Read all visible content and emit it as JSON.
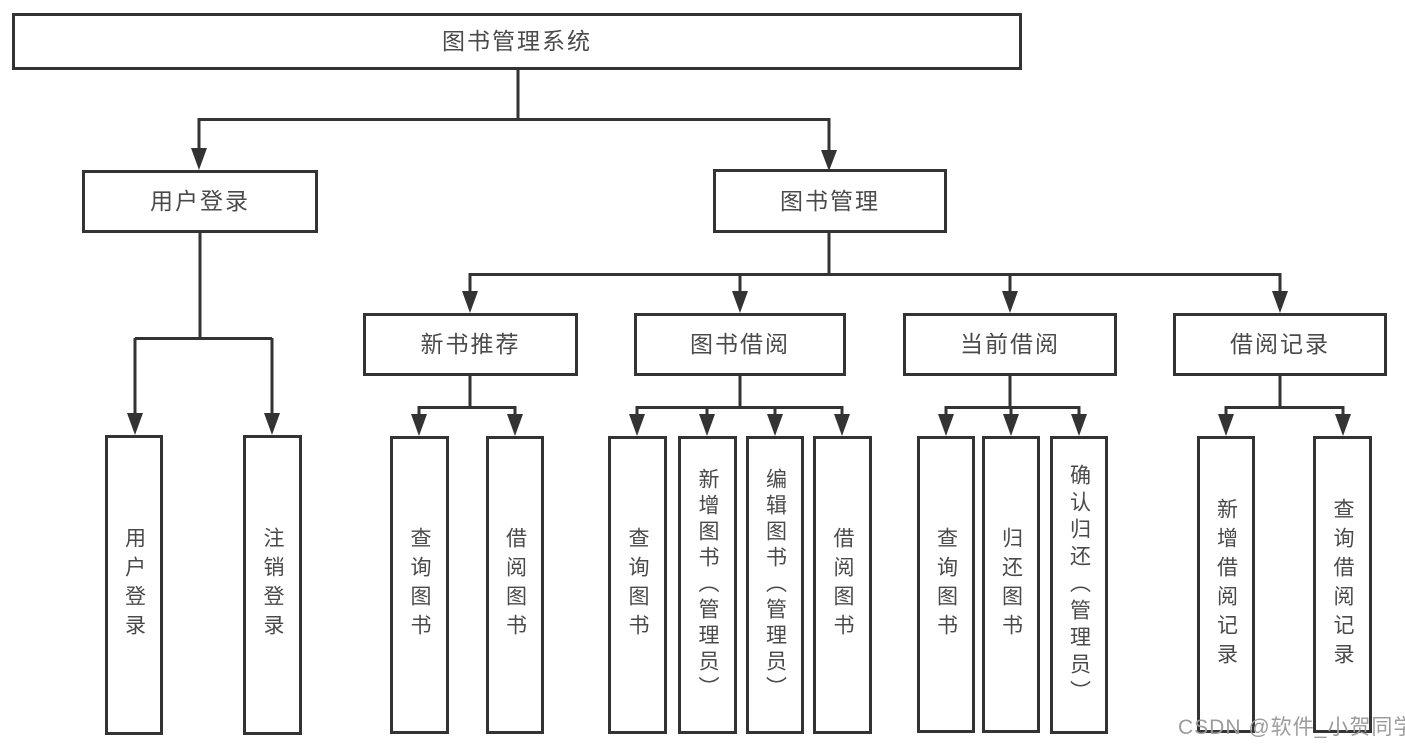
{
  "tree": {
    "label": "图书管理系统",
    "children": [
      {
        "label": "用户登录",
        "children": [
          {
            "label": "用户登录"
          },
          {
            "label": "注销登录"
          }
        ]
      },
      {
        "label": "图书管理",
        "children": [
          {
            "label": "新书推荐",
            "children": [
              {
                "label": "查询图书"
              },
              {
                "label": "借阅图书"
              }
            ]
          },
          {
            "label": "图书借阅",
            "children": [
              {
                "label": "查询图书"
              },
              {
                "label": "新增图书（管理员）"
              },
              {
                "label": "编辑图书（管理员）"
              },
              {
                "label": "借阅图书"
              }
            ]
          },
          {
            "label": "当前借阅",
            "children": [
              {
                "label": "查询图书"
              },
              {
                "label": "归还图书"
              },
              {
                "label": "确认归还（管理员）"
              }
            ]
          },
          {
            "label": "借阅记录",
            "children": [
              {
                "label": "新增借阅记录"
              },
              {
                "label": "查询借阅记录"
              }
            ]
          }
        ]
      }
    ]
  },
  "watermark": {
    "text": "CSDN @软件_小贺同学"
  },
  "colors": {
    "line": "#333333",
    "border": "#333333",
    "text": "#4a4a4a",
    "watermark_text": "#9c9c9c",
    "background": "#ffffff"
  }
}
